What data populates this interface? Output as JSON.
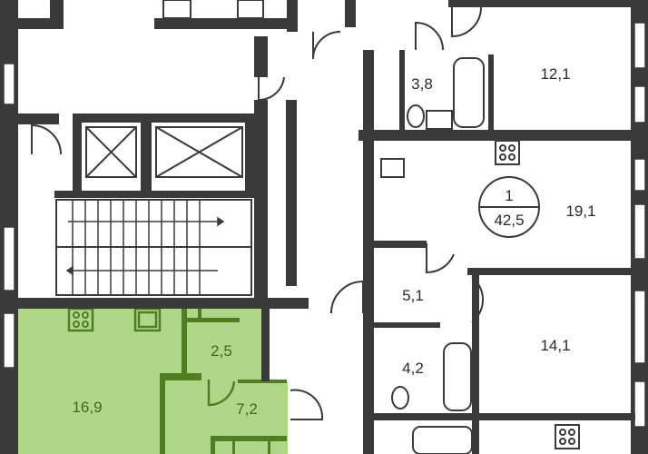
{
  "plan": {
    "highlight_color": "#b0d68a",
    "wall_color": "#3a3a3a",
    "apartment_badge": {
      "rooms": "1",
      "total_area": "42,5"
    },
    "rooms": [
      {
        "id": "bath-top",
        "area": "3,8"
      },
      {
        "id": "bedroom-top",
        "area": "12,1"
      },
      {
        "id": "living-kitchen",
        "area": "19,1"
      },
      {
        "id": "hall",
        "area": "5,1"
      },
      {
        "id": "bath-bottom",
        "area": "4,2"
      },
      {
        "id": "bedroom-bottom",
        "area": "14,1"
      }
    ],
    "selected_apartment_rooms": [
      {
        "id": "kitchen-living",
        "area": "16,9"
      },
      {
        "id": "storage",
        "area": "2,5"
      },
      {
        "id": "hallway",
        "area": "7,2"
      }
    ]
  }
}
